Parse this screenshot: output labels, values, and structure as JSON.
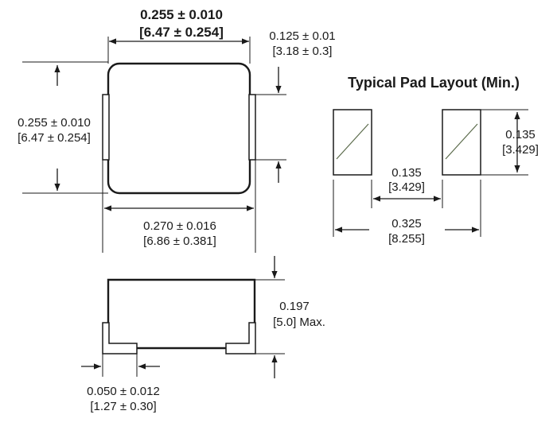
{
  "top_view": {
    "width_in": "0.255 ± 0.010",
    "width_mm": "[6.47 ± 0.254]",
    "terminal_in": "0.125 ± 0.01",
    "terminal_mm": "[3.18 ± 0.3]",
    "height_in": "0.255 ± 0.010",
    "height_mm": "[6.47 ± 0.254]",
    "overall_in": "0.270 ± 0.016",
    "overall_mm": "[6.86 ± 0.381]"
  },
  "pad_layout": {
    "title": "Typical Pad Layout (Min.)",
    "pad_height_in": "0.135",
    "pad_height_mm": "[3.429]",
    "gap_in": "0.135",
    "gap_mm": "[3.429]",
    "span_in": "0.325",
    "span_mm": "[8.255]"
  },
  "side_view": {
    "height_in": "0.197",
    "height_mm": "[5.0] Max.",
    "lead_in": "0.050 ± 0.012",
    "lead_mm": "[1.27 ± 0.30]"
  }
}
